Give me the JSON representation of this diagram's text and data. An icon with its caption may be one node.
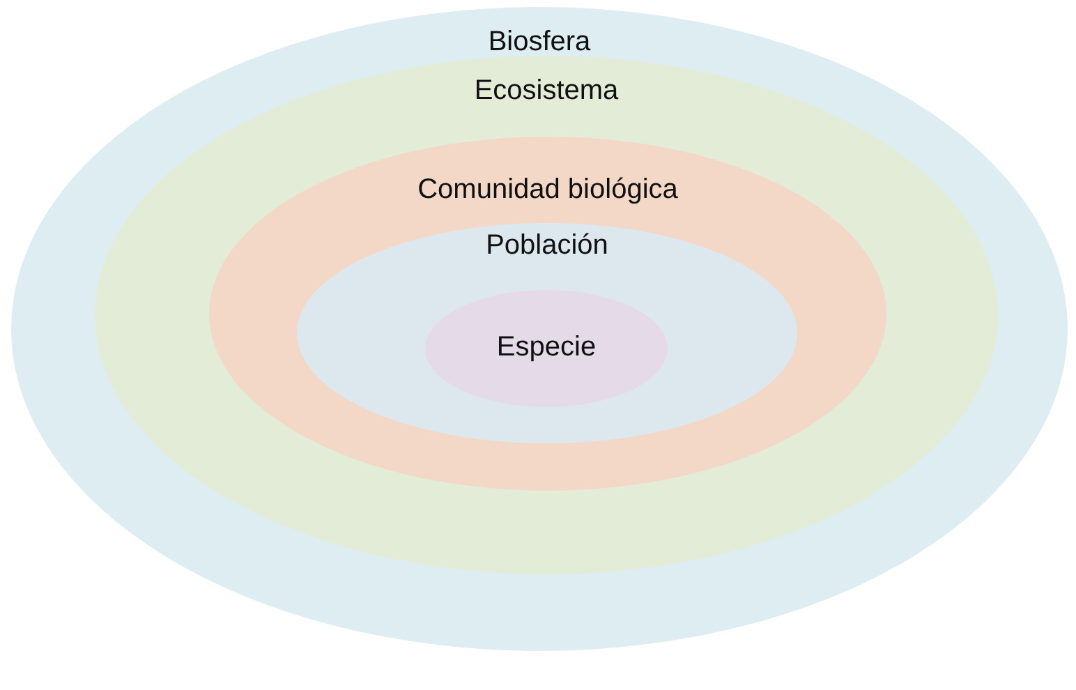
{
  "diagram": {
    "nodes": [
      {
        "text": [
          "Biosfera"
        ]
      },
      {
        "text": [
          "Ecosistema"
        ],
        "in": 0
      },
      {
        "text": [
          "Comunidad biológica"
        ],
        "in": 1
      },
      {
        "text": [
          "Población"
        ],
        "in": 2
      },
      {
        "text": [
          "Especie"
        ],
        "in": 3
      }
    ]
  }
}
